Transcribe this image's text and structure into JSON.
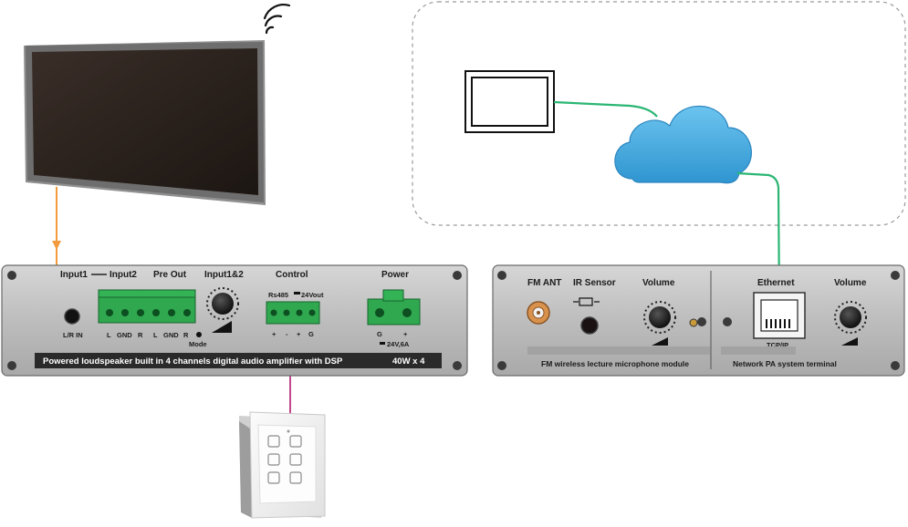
{
  "colors": {
    "panel": "#bdbdbd",
    "strip": "#2a2a2a",
    "terminal_green": "#2fa84f",
    "network_line": "#2bb673",
    "audio_line": "#f39a3d",
    "control_line": "#c2488c",
    "cloud": "#3fa9e0"
  },
  "icons": {
    "wireless": "wireless-signal-icon",
    "cloud": "cloud-icon",
    "monitor": "monitor-icon",
    "tv": "tv-icon",
    "wall_panel": "wall-control-panel-icon"
  },
  "amplifier": {
    "input1": "Input1",
    "input2": "Input2",
    "pre_out": "Pre Out",
    "input12": "Input1&2",
    "control": "Control",
    "power": "Power",
    "lr_in": "L/R IN",
    "pins_input": [
      "L",
      "GND",
      "R"
    ],
    "pins_preout": [
      "L",
      "GND",
      "R"
    ],
    "mode": "Mode",
    "rs485": "Rs485",
    "out24": "24Vout",
    "control_pins": [
      "+",
      "-",
      "+",
      "G"
    ],
    "power_pins": [
      "G",
      "+"
    ],
    "power_rating": "24V,6A",
    "banner": "Powered loudspeaker built in 4 channels  digital audio amplifier  with DSP",
    "wattage": "40W x 4"
  },
  "fm_module": {
    "fm_ant": "FM ANT",
    "ir_sensor": "IR Sensor",
    "volume": "Volume",
    "caption": "FM wireless lecture microphone module"
  },
  "network_terminal": {
    "ethernet": "Ethernet",
    "volume": "Volume",
    "tcpip": "TCP/IP",
    "caption": "Network PA system terminal"
  }
}
